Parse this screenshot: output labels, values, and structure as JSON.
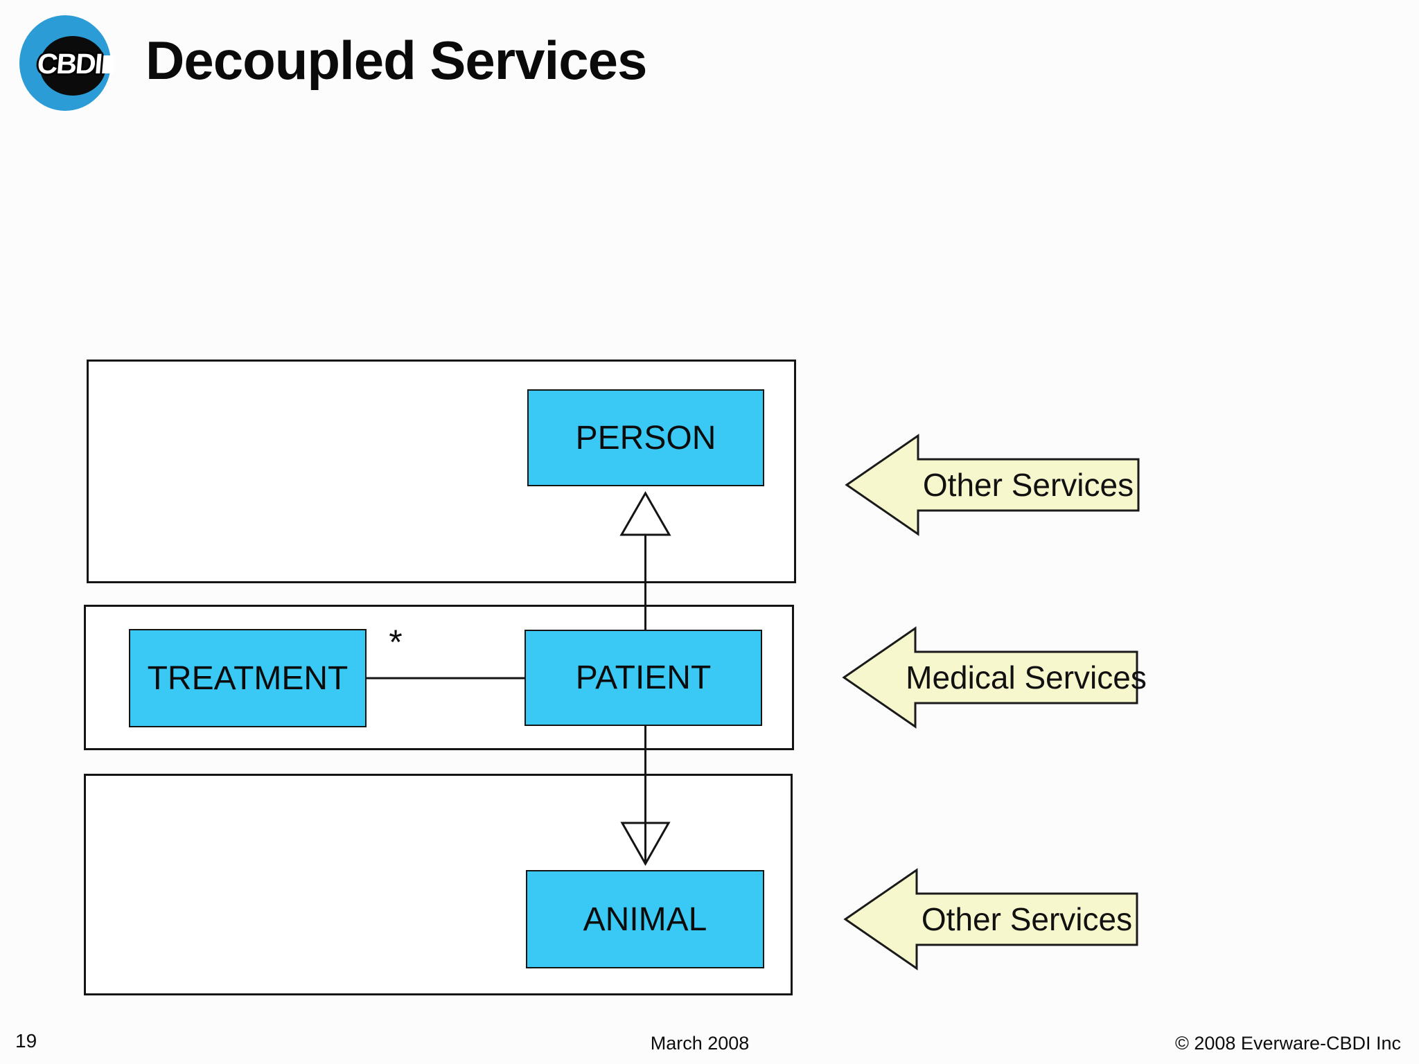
{
  "header": {
    "logo_text": "CBDI",
    "title": "Decoupled Services"
  },
  "diagram": {
    "nodes": [
      {
        "label": "PERSON"
      },
      {
        "label": "TREATMENT"
      },
      {
        "label": "PATIENT"
      },
      {
        "label": "ANIMAL"
      }
    ],
    "association_multiplicity": "*",
    "service_arrows": [
      {
        "label": "Other Services"
      },
      {
        "label": "Medical Services"
      },
      {
        "label": "Other Services"
      }
    ]
  },
  "footer": {
    "page_number": "19",
    "date": "March 2008",
    "copyright": "© 2008 Everware-CBDI Inc"
  },
  "colors": {
    "node_fill": "#3ac9f5",
    "arrow_fill": "#f7f7cd",
    "logo_blue": "#2b9cd6",
    "line": "#141414",
    "background": "#fcfcfc"
  }
}
